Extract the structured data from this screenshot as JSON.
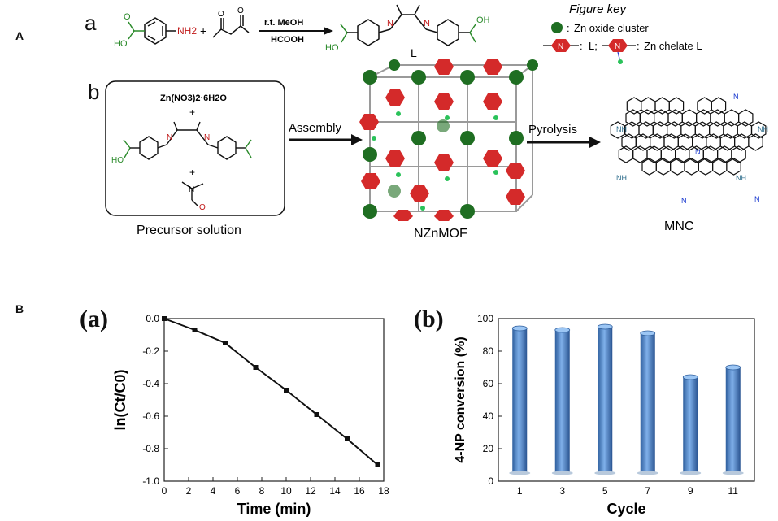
{
  "panelA": {
    "label": "A",
    "a_label": "a",
    "b_label": "b",
    "reaction": {
      "reagent_amine": "NH2",
      "plus": "+",
      "condition_top": "r.t. MeOH",
      "condition_bottom": "HCOOH",
      "ho_left": "HO",
      "ho_right": "HO",
      "o_left": "O",
      "oh_right": "OH",
      "n1": "N",
      "n2": "N",
      "product_label": "L"
    },
    "figure_key": {
      "title": "Figure key",
      "zn_cluster": "Zn oxide cluster",
      "ligand_label": "L;",
      "chelate_label": "Zn chelate L",
      "colon": ":"
    },
    "precursor": {
      "zn_salt": "Zn(NO3)2·6H2O",
      "plus1": "+",
      "plus2": "+",
      "ho": "HO",
      "o": "O",
      "n": "N",
      "caption": "Precursor solution"
    },
    "assembly_label": "Assembly",
    "pyrolysis_label": "Pyrolysis",
    "mof_caption": "NZnMOF",
    "mnc_caption": "MNC",
    "mnc_labels": {
      "nh": "NH",
      "n": "N"
    }
  },
  "panelB": {
    "label": "B",
    "a_label": "(a)",
    "b_label": "(b)"
  },
  "chart_data": [
    {
      "type": "line",
      "xlabel": "Time (min)",
      "ylabel": "ln(Ct/C0)",
      "x": [
        0,
        2.5,
        5,
        7.5,
        10,
        12.5,
        15,
        17.5
      ],
      "values": [
        0.0,
        -0.07,
        -0.15,
        -0.3,
        -0.44,
        -0.59,
        -0.74,
        -0.9
      ],
      "xlim": [
        0,
        18
      ],
      "ylim": [
        -1.0,
        0.0
      ],
      "xticks": [
        "0",
        "2",
        "4",
        "6",
        "8",
        "10",
        "12",
        "14",
        "16",
        "18"
      ],
      "yticks": [
        "0.0",
        "-0.2",
        "-0.4",
        "-0.6",
        "-0.8",
        "-1.0"
      ],
      "color": "#111111"
    },
    {
      "type": "bar",
      "xlabel": "Cycle",
      "ylabel": "4-NP conversion (%)",
      "categories": [
        "1",
        "3",
        "5",
        "7",
        "9",
        "11"
      ],
      "values": [
        94,
        93,
        95,
        91,
        64,
        70
      ],
      "ylim": [
        0,
        100
      ],
      "yticks": [
        "0",
        "20",
        "40",
        "60",
        "80",
        "100"
      ],
      "color": "#4a7fc4"
    }
  ]
}
